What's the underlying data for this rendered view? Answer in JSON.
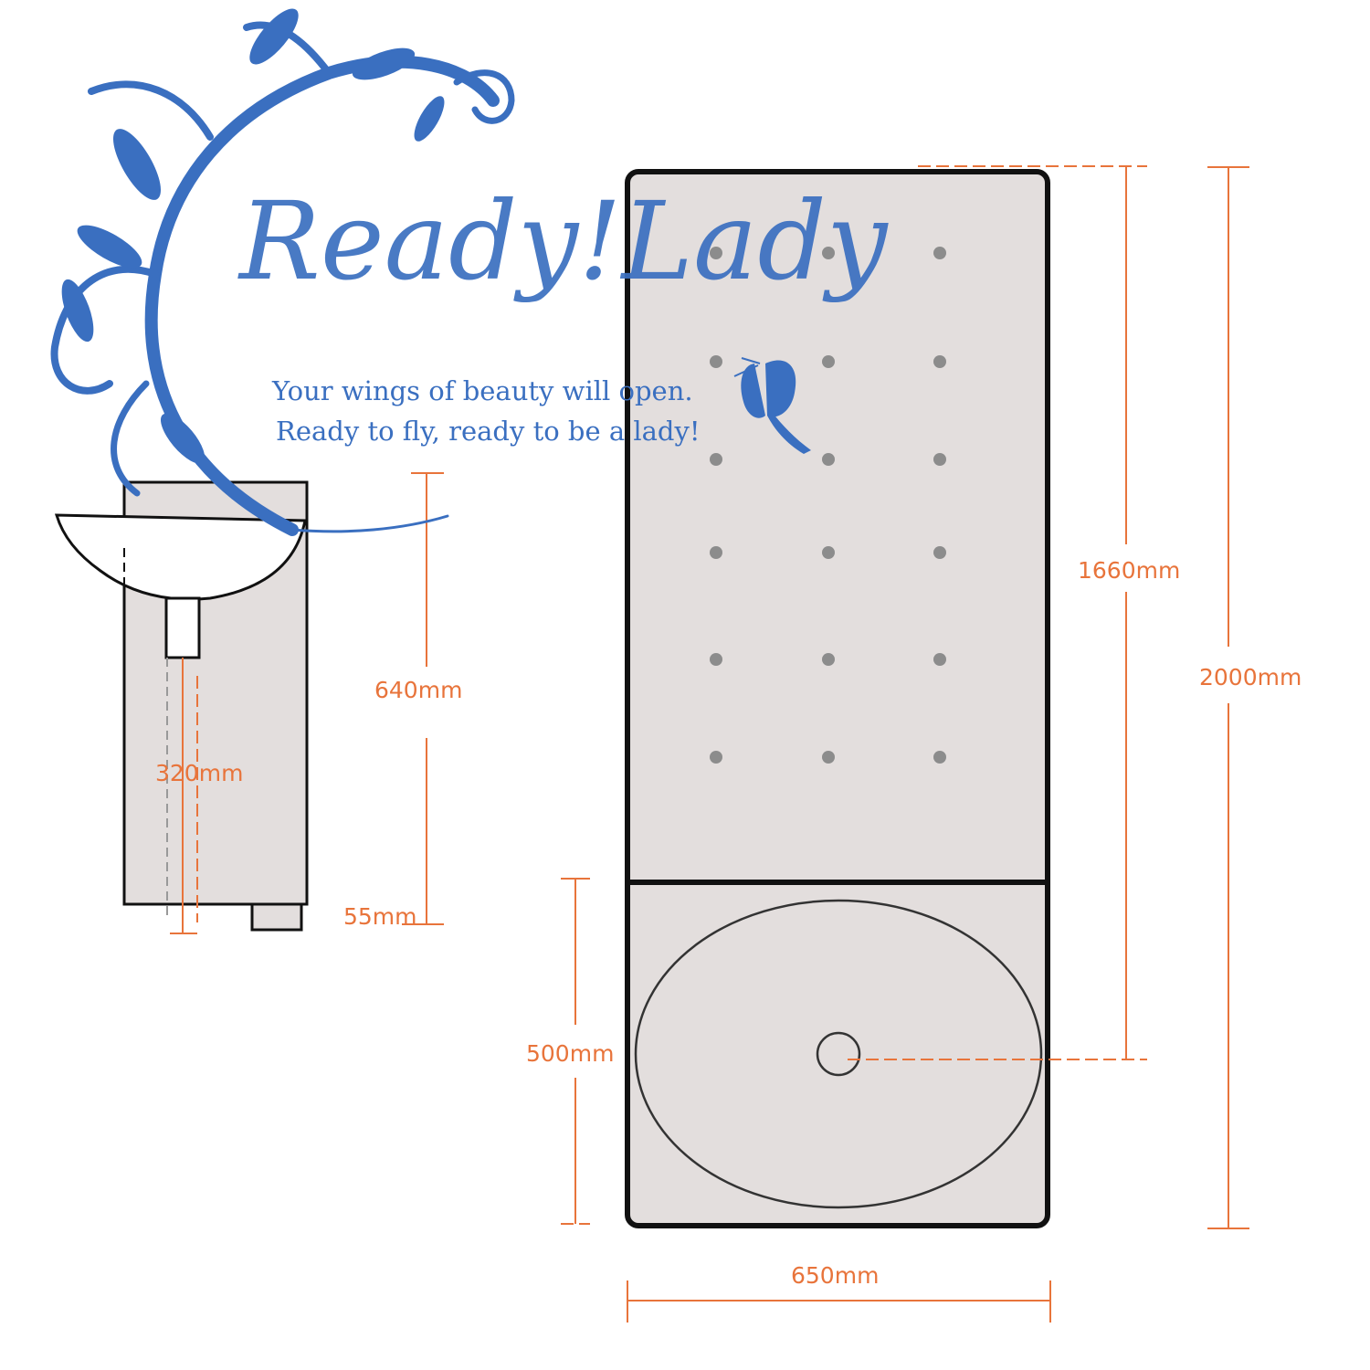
{
  "branding": {
    "title": "Ready!Lady",
    "tagline_line1": "Your wings of beauty will open.",
    "tagline_line2": "Ready to fly, ready to be a lady!",
    "color": "#3a6fc0"
  },
  "side_view": {
    "label_total_height": "640mm",
    "label_depth": "320mm",
    "label_foot": "55mm"
  },
  "front_view": {
    "label_mirror_height": "1660mm",
    "label_total_height": "2000mm",
    "label_basin_height": "500mm",
    "label_width": "650mm",
    "mirror_light_grid": {
      "rows": 6,
      "columns": 3
    }
  },
  "colors": {
    "dimension": "#e8743b",
    "cabinet_fill": "#e3dedd",
    "outline": "#111111",
    "light_dot": "#8c8c8c"
  }
}
